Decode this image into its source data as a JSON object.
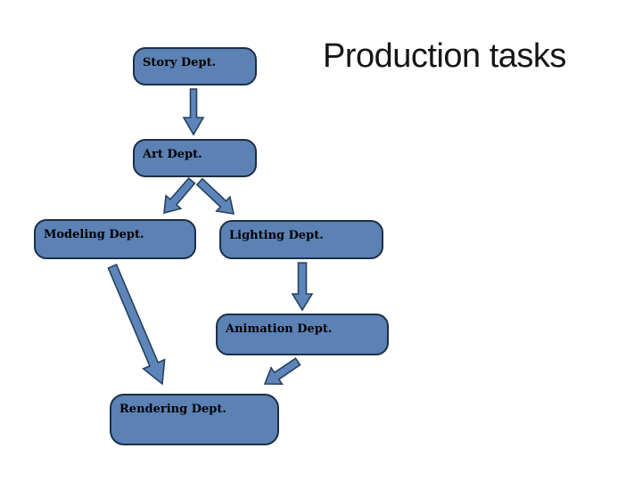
{
  "slide": {
    "title": "Production tasks"
  },
  "diagram": {
    "nodes": [
      {
        "id": "story",
        "label": "Story Dept."
      },
      {
        "id": "art",
        "label": "Art Dept."
      },
      {
        "id": "modeling",
        "label": "Modeling Dept."
      },
      {
        "id": "lighting",
        "label": "Lighting Dept."
      },
      {
        "id": "animation",
        "label": "Animation Dept."
      },
      {
        "id": "rendering",
        "label": "Rendering Dept."
      }
    ],
    "connections": [
      {
        "from": "Story Dept.",
        "to": "Art Dept."
      },
      {
        "from": "Art Dept.",
        "to": "Modeling Dept."
      },
      {
        "from": "Art Dept.",
        "to": "Lighting Dept."
      },
      {
        "from": "Lighting Dept.",
        "to": "Animation Dept."
      },
      {
        "from": "Modeling Dept.",
        "to": "Rendering Dept."
      },
      {
        "from": "Animation Dept.",
        "to": "Rendering Dept."
      }
    ],
    "colors": {
      "background": "#ffffff",
      "node_fill": "#5b81b5",
      "node_border": "#1c2f45",
      "arrow_fill": "#5e85ba",
      "arrow_stroke": "#24415f",
      "title_color": "#161616",
      "label_color": "#000000"
    }
  }
}
